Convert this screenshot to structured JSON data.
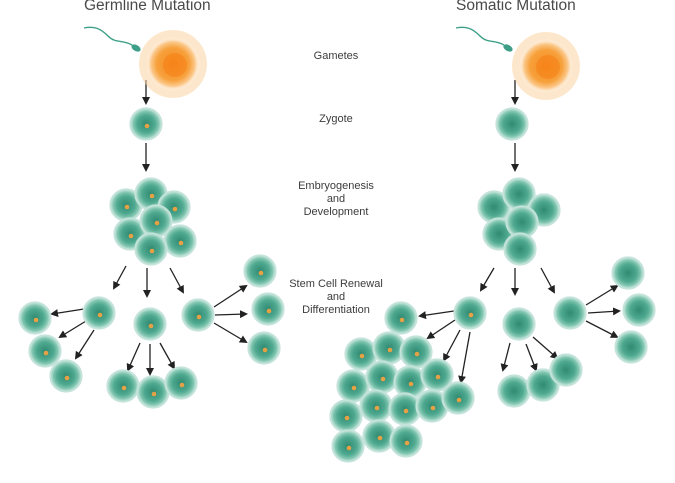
{
  "columns": {
    "germline": {
      "title": "Germline Mutation"
    },
    "somatic": {
      "title": "Somatic Mutation"
    }
  },
  "stages": {
    "gametes": {
      "lines": [
        "Gametes"
      ]
    },
    "zygote": {
      "lines": [
        "Zygote"
      ]
    },
    "development": {
      "lines": [
        "Embryogenesis",
        "and",
        "Development"
      ]
    },
    "stem_cells": {
      "lines": [
        "Stem Cell Renewal",
        "and",
        "Differentiation"
      ]
    }
  },
  "colors": {
    "cell_membrane": "#d5ece6",
    "cell_body": "#4fa990",
    "cell_core": "#2f8a71",
    "mutation_dot": "#e5a143",
    "egg": "#f7a13c",
    "egg_glow": "#fbd3a2",
    "sperm": "#3d9f87",
    "arrow": "#222222",
    "text": "#3c3c3c"
  },
  "legend_meaning": {
    "mutation_dot_icon": "mutation"
  }
}
